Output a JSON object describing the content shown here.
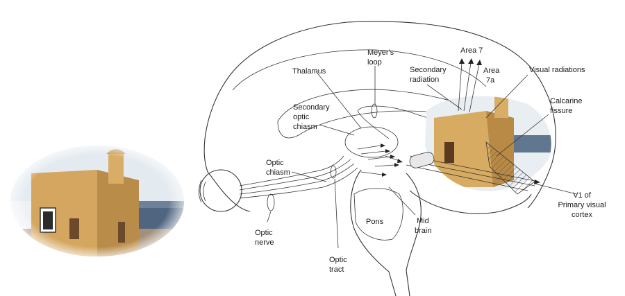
{
  "labels": {
    "meyers_loop": [
      "Meyer's",
      "loop"
    ],
    "thalamus": "Thalamus",
    "area7": "Area 7",
    "area7a": [
      "Area",
      "7a"
    ],
    "secondary_radiation": [
      "Secondary",
      "radiation"
    ],
    "visual_radiations": "Visual radiations",
    "secondary_optic_chiasm": [
      "Secondary",
      "optic",
      "chiasm"
    ],
    "calcarine_fissure": [
      "Calcarine",
      "fissure"
    ],
    "optic_chiasm": [
      "Optic",
      "chiasm"
    ],
    "v1": [
      "V1 of",
      "Primary visual",
      "cortex"
    ],
    "pons": "Pons",
    "mid_brain": [
      "Mid",
      "brain"
    ],
    "optic_nerve": [
      "Optic",
      "nerve"
    ],
    "optic_tract": [
      "Optic",
      "tract"
    ]
  },
  "colors": {
    "building": "#d7ab62",
    "building_shadow": "#b88a45",
    "sky": "#dfe7ee",
    "sea": "#58708a",
    "outline": "#333333"
  }
}
